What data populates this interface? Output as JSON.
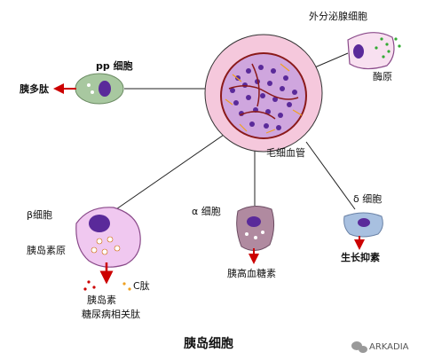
{
  "title": "胰岛细胞",
  "watermark": "ARKADIA",
  "labels": {
    "exocrine_cell": "外分泌腺细胞",
    "zymogen": "酶原",
    "pp_cell": "pp 细胞",
    "pancreatic_polypeptide": "胰多肽",
    "capillary": "毛细血管",
    "beta_cell": "β细胞",
    "proinsulin": "胰岛素原",
    "c_peptide": "C肽",
    "insulin": "胰岛素",
    "diabetes_peptide": "糖尿病相关肽",
    "alpha_cell": "α 细胞",
    "glucagon": "胰高血糖素",
    "delta_cell": "δ 细胞",
    "somatostatin": "生长抑素"
  },
  "colors": {
    "islet_bg": "#f5c8dc",
    "cell_fill": "#c8a0dc",
    "nucleus": "#5a2a9a",
    "capillary": "#8b1a1a",
    "beta_cell_fill": "#f0c8f0",
    "pp_cell_fill": "#a8c8a0",
    "alpha_cell_fill": "#b08aa0",
    "delta_cell_fill": "#a8c0e0",
    "exocrine_fill": "#f8e0f0",
    "arrow_red": "#cc0000",
    "zymogen_green": "#33aa33"
  }
}
